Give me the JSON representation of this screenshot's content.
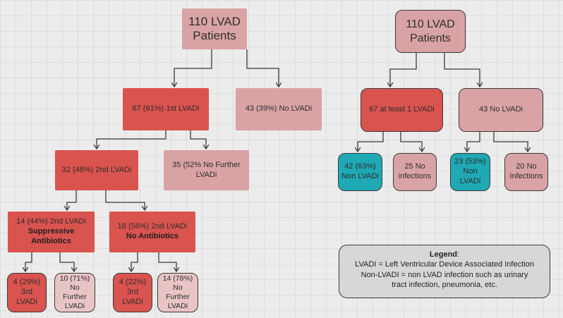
{
  "left_tree": {
    "root": "110 LVAD Patients",
    "first_lvadi": "67 (61%) 1st LVADi",
    "no_lvadi": "43 (39%) No LVADi",
    "second_lvadi": "32 (48%) 2nd LVADi",
    "no_further_1": "35 (52% No Further LVADi",
    "suppressive": {
      "line1": "14 (44%) 2nd LVADi",
      "line2": "Suppressive Antibiotics"
    },
    "no_antibiotics": {
      "line1": "18 (56%) 2nd LVADi",
      "line2": "No Antibiotics"
    },
    "third_a": "4 (29%) 3rd LVADi",
    "no_further_a": "10 (71%) No Further LVADi",
    "third_b": "4 (22%) 3rd LVADi",
    "no_further_b": "14 (78%) No Further LVADi"
  },
  "right_tree": {
    "root": "110 LVAD Patients",
    "at_least_one": "67 at least 1 LVADi",
    "no_lvadi": "43 No LVADi",
    "non_lvadi_42": "42 (63%) Non LVADi",
    "no_infections_25": "25 No infections",
    "non_lvadi_23": "23 (53%) Non LVADi",
    "no_infections_20": "20 No Infections"
  },
  "legend": {
    "title": "Legend",
    "line1": "LVADI = Left Ventricular Device Associated Infection",
    "line2": "Non-LVADI = non LVAD infection such as urinary tract infection, pneumonia, etc."
  },
  "colors": {
    "red": "#d9534f",
    "pink": "#d9a3a5",
    "light_pink": "#e9c4c5",
    "teal": "#1fa9b4",
    "legend_bg": "#d7d7d7"
  }
}
